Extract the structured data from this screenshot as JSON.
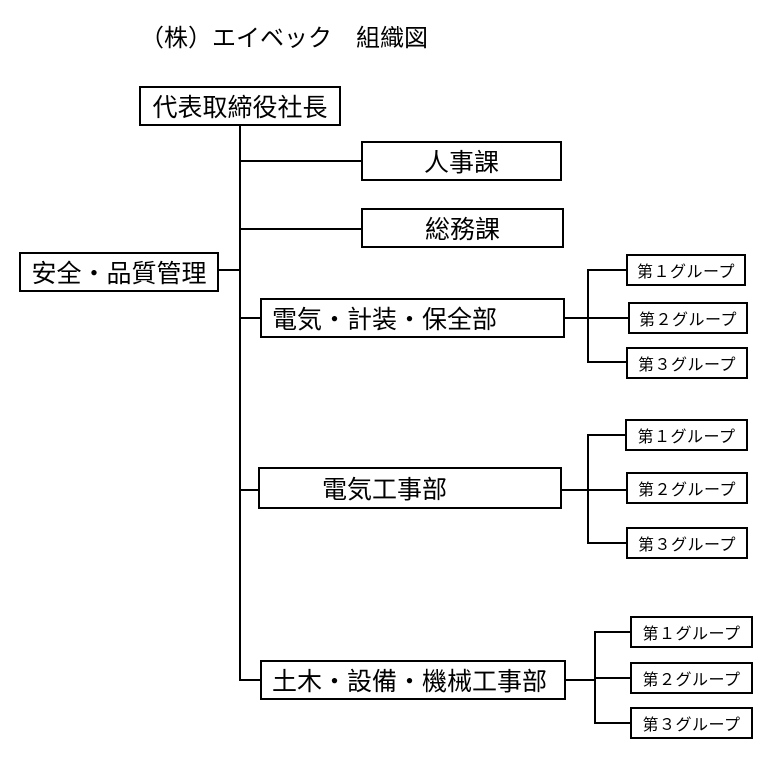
{
  "title": "（株）エイベック　組織図",
  "president": "代表取締役社長",
  "staff": {
    "jinji": "人事課",
    "somu": "総務課",
    "anzen": "安全・品質管理"
  },
  "departments": [
    {
      "name": "電気・計装・保全部",
      "groups": [
        "第１グループ",
        "第２グループ",
        "第３グループ"
      ]
    },
    {
      "name": "電気工事部",
      "groups": [
        "第１グループ",
        "第２グループ",
        "第３グループ"
      ]
    },
    {
      "name": "土木・設備・機械工事部",
      "groups": [
        "第１グループ",
        "第２グループ",
        "第３グループ"
      ]
    }
  ]
}
